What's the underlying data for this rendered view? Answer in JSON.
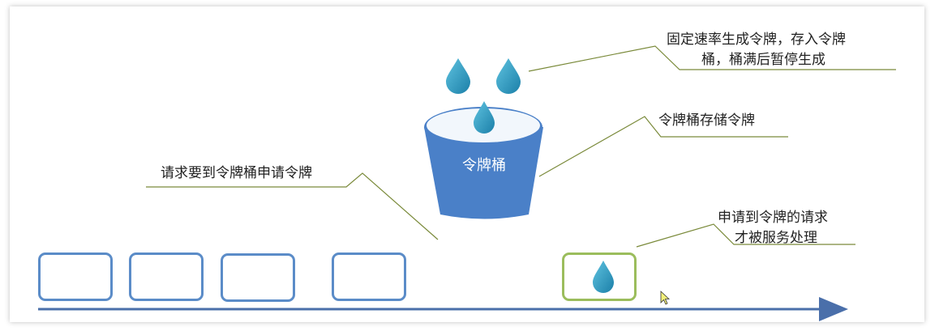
{
  "title": "令牌桶",
  "annotations": {
    "generate": {
      "line1": "固定速率生成令牌，存入令牌",
      "line2": "桶，桶满后暂停生成"
    },
    "store": "令牌桶存储令牌",
    "request": "请求要到令牌桶申请令牌",
    "served": {
      "line1": "申请到令牌的请求",
      "line2": "才被服务处理"
    }
  },
  "bucket": {
    "label": "令牌桶",
    "color": "#4a80c8"
  },
  "request_boxes": [
    {
      "name": "request-box-1",
      "has_token": false
    },
    {
      "name": "request-box-2",
      "has_token": false
    },
    {
      "name": "request-box-3",
      "has_token": false
    },
    {
      "name": "request-box-4",
      "has_token": false
    },
    {
      "name": "request-box-served",
      "has_token": true
    }
  ],
  "colors": {
    "token": "#2f9ec2",
    "box_border": "#5b8cc8",
    "served_border": "#9bbd5c",
    "leader_line": "#7a8a3a",
    "arrow": "#4a6faa"
  }
}
